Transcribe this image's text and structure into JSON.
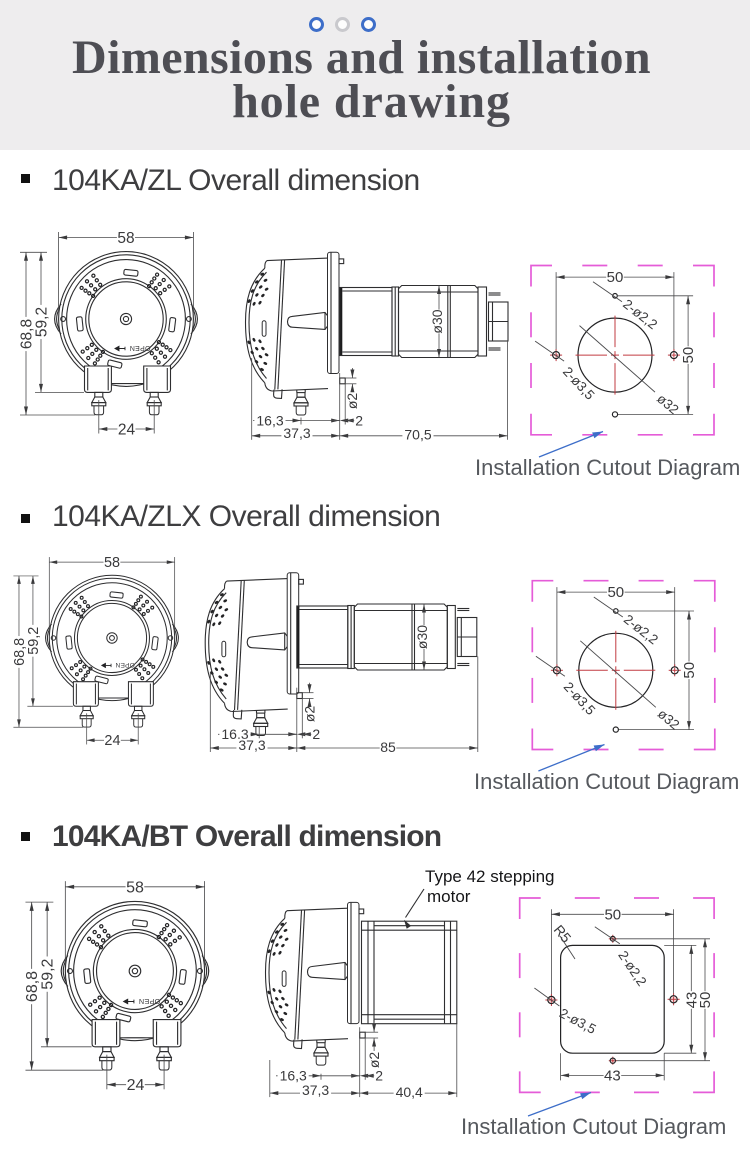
{
  "header": {
    "title_line1": "Dimensions and installation",
    "title_line2": "hole drawing",
    "dots": [
      "blue",
      "gray",
      "blue"
    ]
  },
  "sections": [
    {
      "heading": "104KA/ZL Overall dimension",
      "front": {
        "dim_width": "58",
        "dim_height_total": "68,8",
        "dim_height_body": "59,2",
        "dim_port_spacing": "24",
        "open_label": "OPEN"
      },
      "side": {
        "motor_dia": "ø30",
        "tube_dia": "ø2",
        "dim_port": "16,3",
        "dim_plate": "2",
        "dim_head": "37,3",
        "dim_motor": "70,5"
      },
      "cutout": {
        "dim_width": "50",
        "dim_height": "50",
        "holes_small": "2-ø2,2",
        "holes_large": "2-ø3,5",
        "center_dia": "ø32"
      },
      "caption": "Installation Cutout Diagram"
    },
    {
      "heading": "104KA/ZLX Overall dimension",
      "front": {
        "dim_width": "58",
        "dim_height_total": "68,8",
        "dim_height_body": "59,2",
        "dim_port_spacing": "24",
        "open_label": "OPEN"
      },
      "side": {
        "motor_dia": "ø30",
        "tube_dia": "ø2",
        "dim_port": "16,3",
        "dim_plate": "2",
        "dim_head": "37,3",
        "dim_motor": "85"
      },
      "cutout": {
        "dim_width": "50",
        "dim_height": "50",
        "holes_small": "2-ø2,2",
        "holes_large": "2-ø3,5",
        "center_dia": "ø32"
      },
      "caption": "Installation Cutout Diagram"
    },
    {
      "heading": "104KA/BT Overall dimension",
      "motor_note_line1": "Type 42 stepping",
      "motor_note_line2": "motor",
      "front": {
        "dim_width": "58",
        "dim_height_total": "68,8",
        "dim_height_body": "59,2",
        "dim_port_spacing": "24",
        "open_label": "OPEN"
      },
      "side": {
        "tube_dia": "ø2",
        "dim_port": "16,3",
        "dim_plate": "2",
        "dim_head": "37,3",
        "dim_motor": "40,4"
      },
      "cutout": {
        "dim_width": "50",
        "dim_bottom": "43",
        "dim_side": "43",
        "dim_height": "50",
        "corner_radius": "R5",
        "holes_small": "2-ø2,2",
        "holes_large": "2-ø3,5"
      },
      "caption": "Installation Cutout Diagram"
    }
  ],
  "colors": {
    "accent_blue": "#3d6ec9",
    "cutout_border_magenta": "#e55cd8",
    "crosshair_red": "#c23b42",
    "header_background": "#eeedee"
  }
}
